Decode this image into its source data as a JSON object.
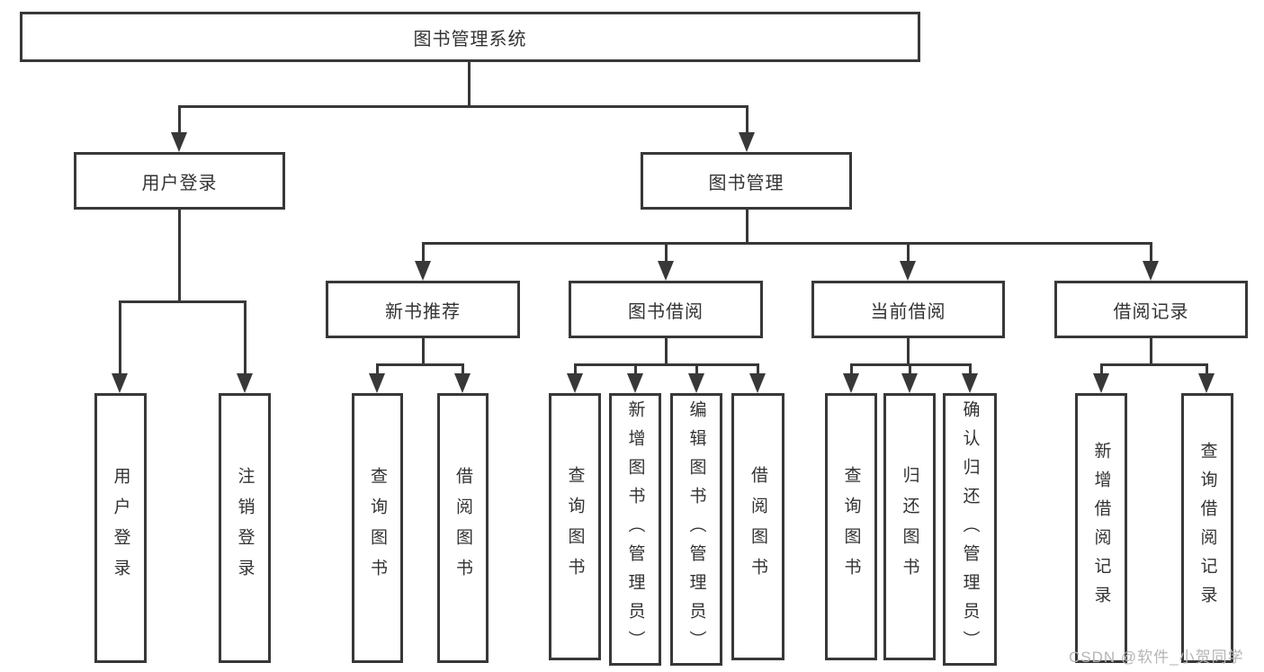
{
  "diagram": {
    "root": {
      "label": "图书管理系统"
    },
    "branches": [
      {
        "label": "用户登录",
        "children": [
          {
            "label": "用户登录"
          },
          {
            "label": "注销登录"
          }
        ]
      },
      {
        "label": "图书管理",
        "children": [
          {
            "label": "新书推荐",
            "children": [
              {
                "label": "查询图书"
              },
              {
                "label": "借阅图书"
              }
            ]
          },
          {
            "label": "图书借阅",
            "children": [
              {
                "label": "查询图书"
              },
              {
                "label": "新增图书（管理员）"
              },
              {
                "label": "编辑图书（管理员）"
              },
              {
                "label": "借阅图书"
              }
            ]
          },
          {
            "label": "当前借阅",
            "children": [
              {
                "label": "查询图书"
              },
              {
                "label": "归还图书"
              },
              {
                "label": "确认归还（管理员）"
              }
            ]
          },
          {
            "label": "借阅记录",
            "children": [
              {
                "label": "新增借阅记录"
              },
              {
                "label": "查询借阅记录"
              }
            ]
          }
        ]
      }
    ]
  },
  "watermark": {
    "text": "CSDN @软件_小贺同学"
  },
  "colors": {
    "line": "#383838",
    "text": "#333333",
    "watermark": "#b5b5b5",
    "background": "#ffffff"
  }
}
